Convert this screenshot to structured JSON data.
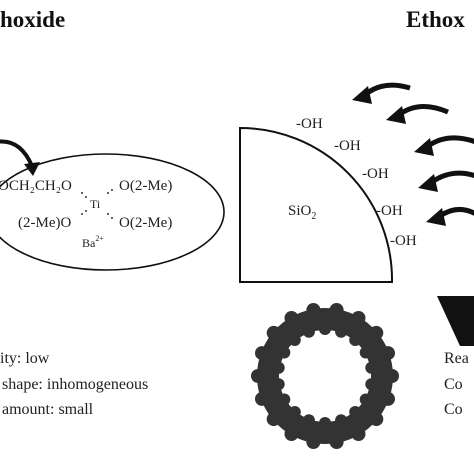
{
  "left_panel": {
    "heading": "hoxide",
    "complex": {
      "ligand_top": "OCH₂CH₂O",
      "center_atom": "Ti",
      "ligand_right_top": "O(2-Me)",
      "ligand_left_bottom": "(2-Me)O",
      "ligand_right_bottom": "O(2-Me)",
      "counter_ion": "Ba",
      "counter_ion_charge": "2+"
    },
    "properties": [
      "ity: low",
      "shape: inhomogeneous",
      "amount: small"
    ]
  },
  "right_panel": {
    "heading": "Ethox",
    "particle": {
      "label": "SiO",
      "subscript": "2"
    },
    "hydroxyl_groups": [
      "-OH",
      "-OH",
      "-OH",
      "-OH",
      "-OH"
    ],
    "properties": [
      "Rea",
      "Co",
      "Co"
    ]
  },
  "colors": {
    "ink": "#111111",
    "ring": "#333333"
  }
}
